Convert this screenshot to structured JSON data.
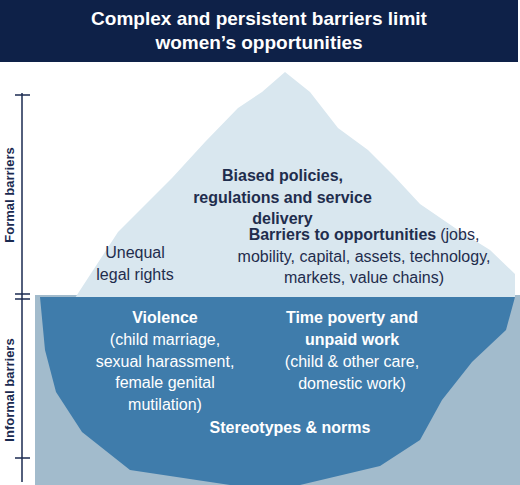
{
  "diagram": {
    "title": "Complex and persistent barriers limit women’s opportunities",
    "nodes": [
      {
        "text": [
          "Biased policies, regulations and service delivery",
          "Unequal legal rights",
          "Barriers to opportunities",
          "(jobs, mobility, capital, assets, technology, markets, value chains)"
        ]
      },
      {
        "text": [
          "Violence",
          "(child marriage, sexual harassment, female genital mutilation)",
          "Time poverty and unpaid work",
          "(child & other care, domestic work)",
          "Stereotypes & norms"
        ]
      }
    ],
    "labels": [
      "Formal barriers",
      "Informal barriers"
    ]
  }
}
